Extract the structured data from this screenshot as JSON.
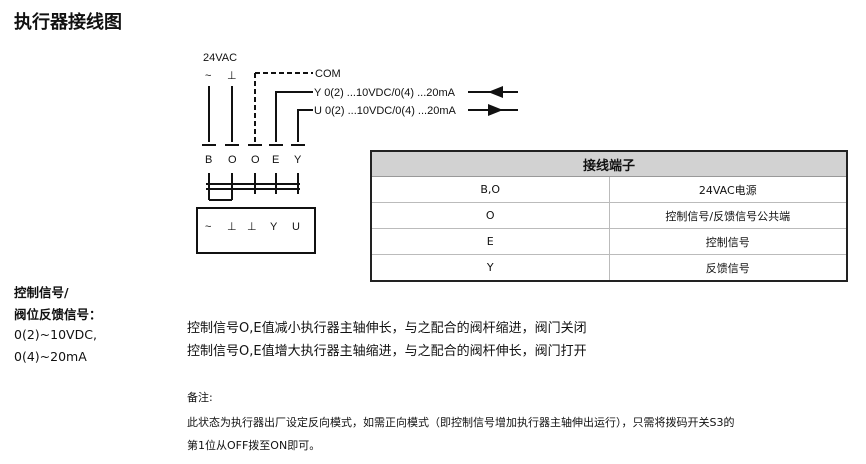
{
  "title": "执行器接线图",
  "diagram": {
    "supply": "24VAC",
    "tilde": "~",
    "ground": "⊥",
    "com": "COM",
    "y_line": "Y  0(2) ...10VDC/0(4) ...20mA",
    "u_line": "U  0(2) ...10VDC/0(4) ...20mA",
    "terminals": [
      "B",
      "O",
      "O",
      "E",
      "Y"
    ],
    "box_labels": [
      "~",
      "⊥",
      "⊥",
      "Y",
      "U"
    ]
  },
  "table": {
    "header": "接线端子",
    "rows": [
      [
        "B,O",
        "24VAC电源"
      ],
      [
        "O",
        "控制信号/反馈信号公共端"
      ],
      [
        "E",
        "控制信号"
      ],
      [
        "Y",
        "反馈信号"
      ]
    ]
  },
  "side": {
    "l1": "控制信号/",
    "l2": "阀位反馈信号：",
    "l3": "0(2)~10VDC,",
    "l4": "0(4)~20mA"
  },
  "body": {
    "l1": "控制信号O,E值减小执行器主轴伸长，与之配合的阀杆缩进，阀门关闭",
    "l2": "控制信号O,E值增大执行器主轴缩进，与之配合的阀杆伸长，阀门打开"
  },
  "note": {
    "label": "备注:",
    "l1": "此状态为执行器出厂设定反向模式，如需正向模式（即控制信号增加执行器主轴伸出运行），只需将拨码开关S3的",
    "l2": "第1位从OFF拨至ON即可。"
  }
}
